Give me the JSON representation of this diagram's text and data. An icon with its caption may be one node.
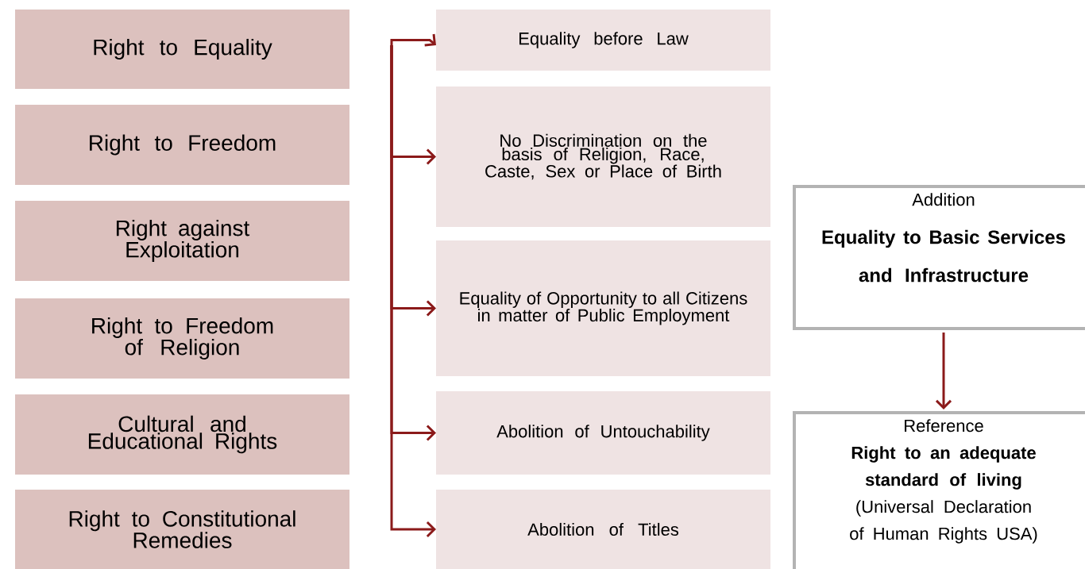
{
  "diagram": {
    "nodes": [
      {
        "text": [
          "Right to Equality"
        ]
      },
      {
        "text": [
          "Right to Freedom"
        ]
      },
      {
        "text": [
          "Right against Exploitation"
        ]
      },
      {
        "text": [
          "Right to Freedom of Religion"
        ]
      },
      {
        "text": [
          "Cultural and Educational Rights"
        ]
      },
      {
        "text": [
          "Right to Constitutional Remedies"
        ]
      },
      {
        "text": [
          "Equality before Law"
        ]
      },
      {
        "text": [
          "No Discrimination on the basis of Religion, Race, Caste, Sex or Place of Birth"
        ]
      },
      {
        "text": [
          "Equality of Opportunity to all Citizens in matter of Public Employment"
        ]
      },
      {
        "text": [
          "Abolition of Untouchability"
        ]
      },
      {
        "text": [
          "Abolition of Titles"
        ]
      },
      {
        "text": [
          "Addition",
          "Equality to Basic Services and Infrastructure"
        ]
      },
      {
        "text": [
          "Reference",
          "Right to an adequate standard of living",
          "(Universal Declaration of Human Rights USA)"
        ]
      }
    ],
    "edges": [
      {
        "from": null,
        "to": 6,
        "arrow": "to"
      },
      {
        "from": null,
        "to": 7,
        "arrow": "to"
      },
      {
        "from": null,
        "to": 8,
        "arrow": "to"
      },
      {
        "from": null,
        "to": 9,
        "arrow": "to"
      },
      {
        "from": null,
        "to": 10,
        "arrow": "to"
      },
      {
        "from": 11,
        "to": 12,
        "arrow": "to"
      }
    ]
  }
}
